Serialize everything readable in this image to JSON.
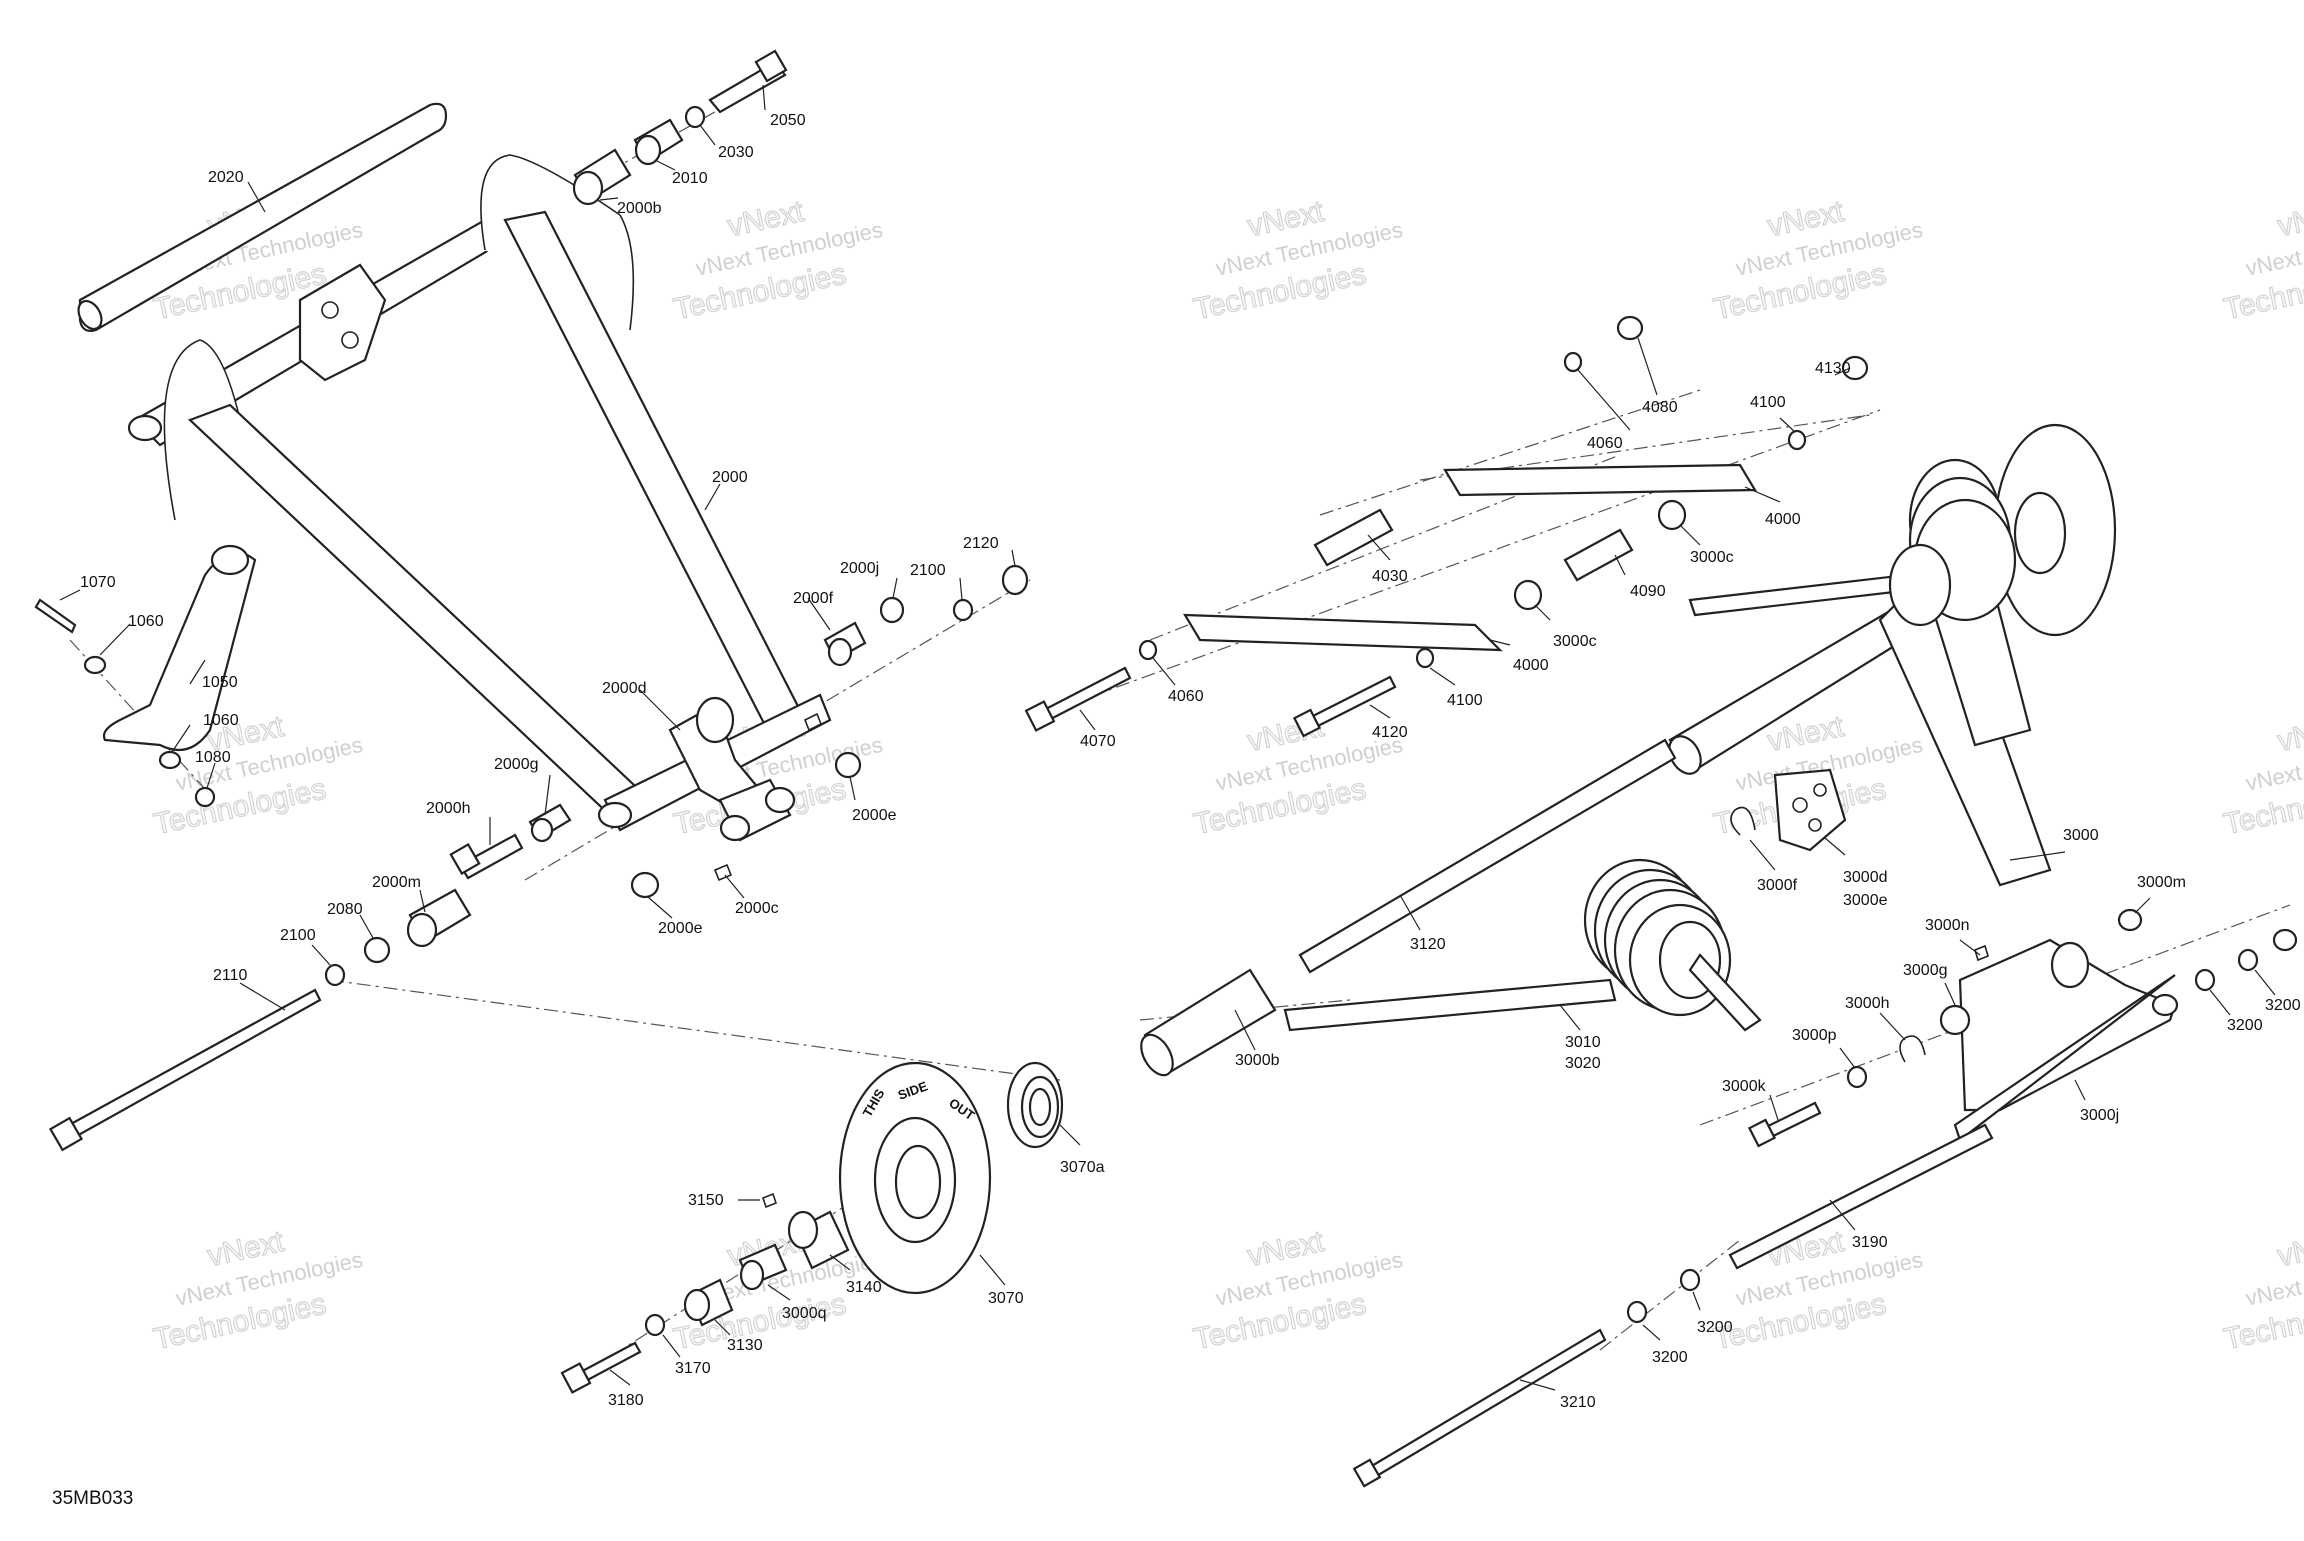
{
  "diagram": {
    "code": "35MB033",
    "watermark": {
      "brand": "vNext",
      "line1": "vNext Technologies",
      "line2": "Technologies"
    },
    "callouts": {
      "c2050": "2050",
      "c2030": "2030",
      "c2010": "2010",
      "c2000b": "2000b",
      "c2020": "2020",
      "c2000": "2000",
      "c2000j": "2000j",
      "c2100a": "2100",
      "c2120": "2120",
      "c2000f": "2000f",
      "c1070": "1070",
      "c1060a": "1060",
      "c1050": "1050",
      "c1060b": "1060",
      "c1080": "1080",
      "c2000d": "2000d",
      "c2000g": "2000g",
      "c2000h": "2000h",
      "c2000e_a": "2000e",
      "c2000m": "2000m",
      "c2080": "2080",
      "c2100b": "2100",
      "c2110": "2110",
      "c2000e_b": "2000e",
      "c2000c": "2000c",
      "c4080": "4080",
      "c4130": "4130",
      "c4100a": "4100",
      "c4060a": "4060",
      "c4000a": "4000",
      "c4030": "4030",
      "c3000c_a": "3000c",
      "c4090": "4090",
      "c3000c_b": "3000c",
      "c4000b": "4000",
      "c4060b": "4060",
      "c4100b": "4100",
      "c4070": "4070",
      "c4120": "4120",
      "c3000d": "3000d",
      "c3000e": "3000e",
      "c3000f": "3000f",
      "c3000": "3000",
      "c3000m": "3000m",
      "c3000n": "3000n",
      "c3000g": "3000g",
      "c3000h": "3000h",
      "c3000p": "3000p",
      "c3000k": "3000k",
      "c3000j": "3000j",
      "c3200a": "3200",
      "c3200b": "3200",
      "c3120": "3120",
      "c3010": "3010",
      "c3020": "3020",
      "c3000b": "3000b",
      "c3070a": "3070a",
      "c3070": "3070",
      "c3150": "3150",
      "c3140": "3140",
      "c3000q": "3000q",
      "c3130": "3130",
      "c3170": "3170",
      "c3180": "3180",
      "c3190": "3190",
      "c3200c": "3200",
      "c3200d": "3200",
      "c3210": "3210"
    },
    "wheel_text": {
      "t1": "THIS",
      "t2": "SIDE",
      "t3": "OUT"
    }
  }
}
